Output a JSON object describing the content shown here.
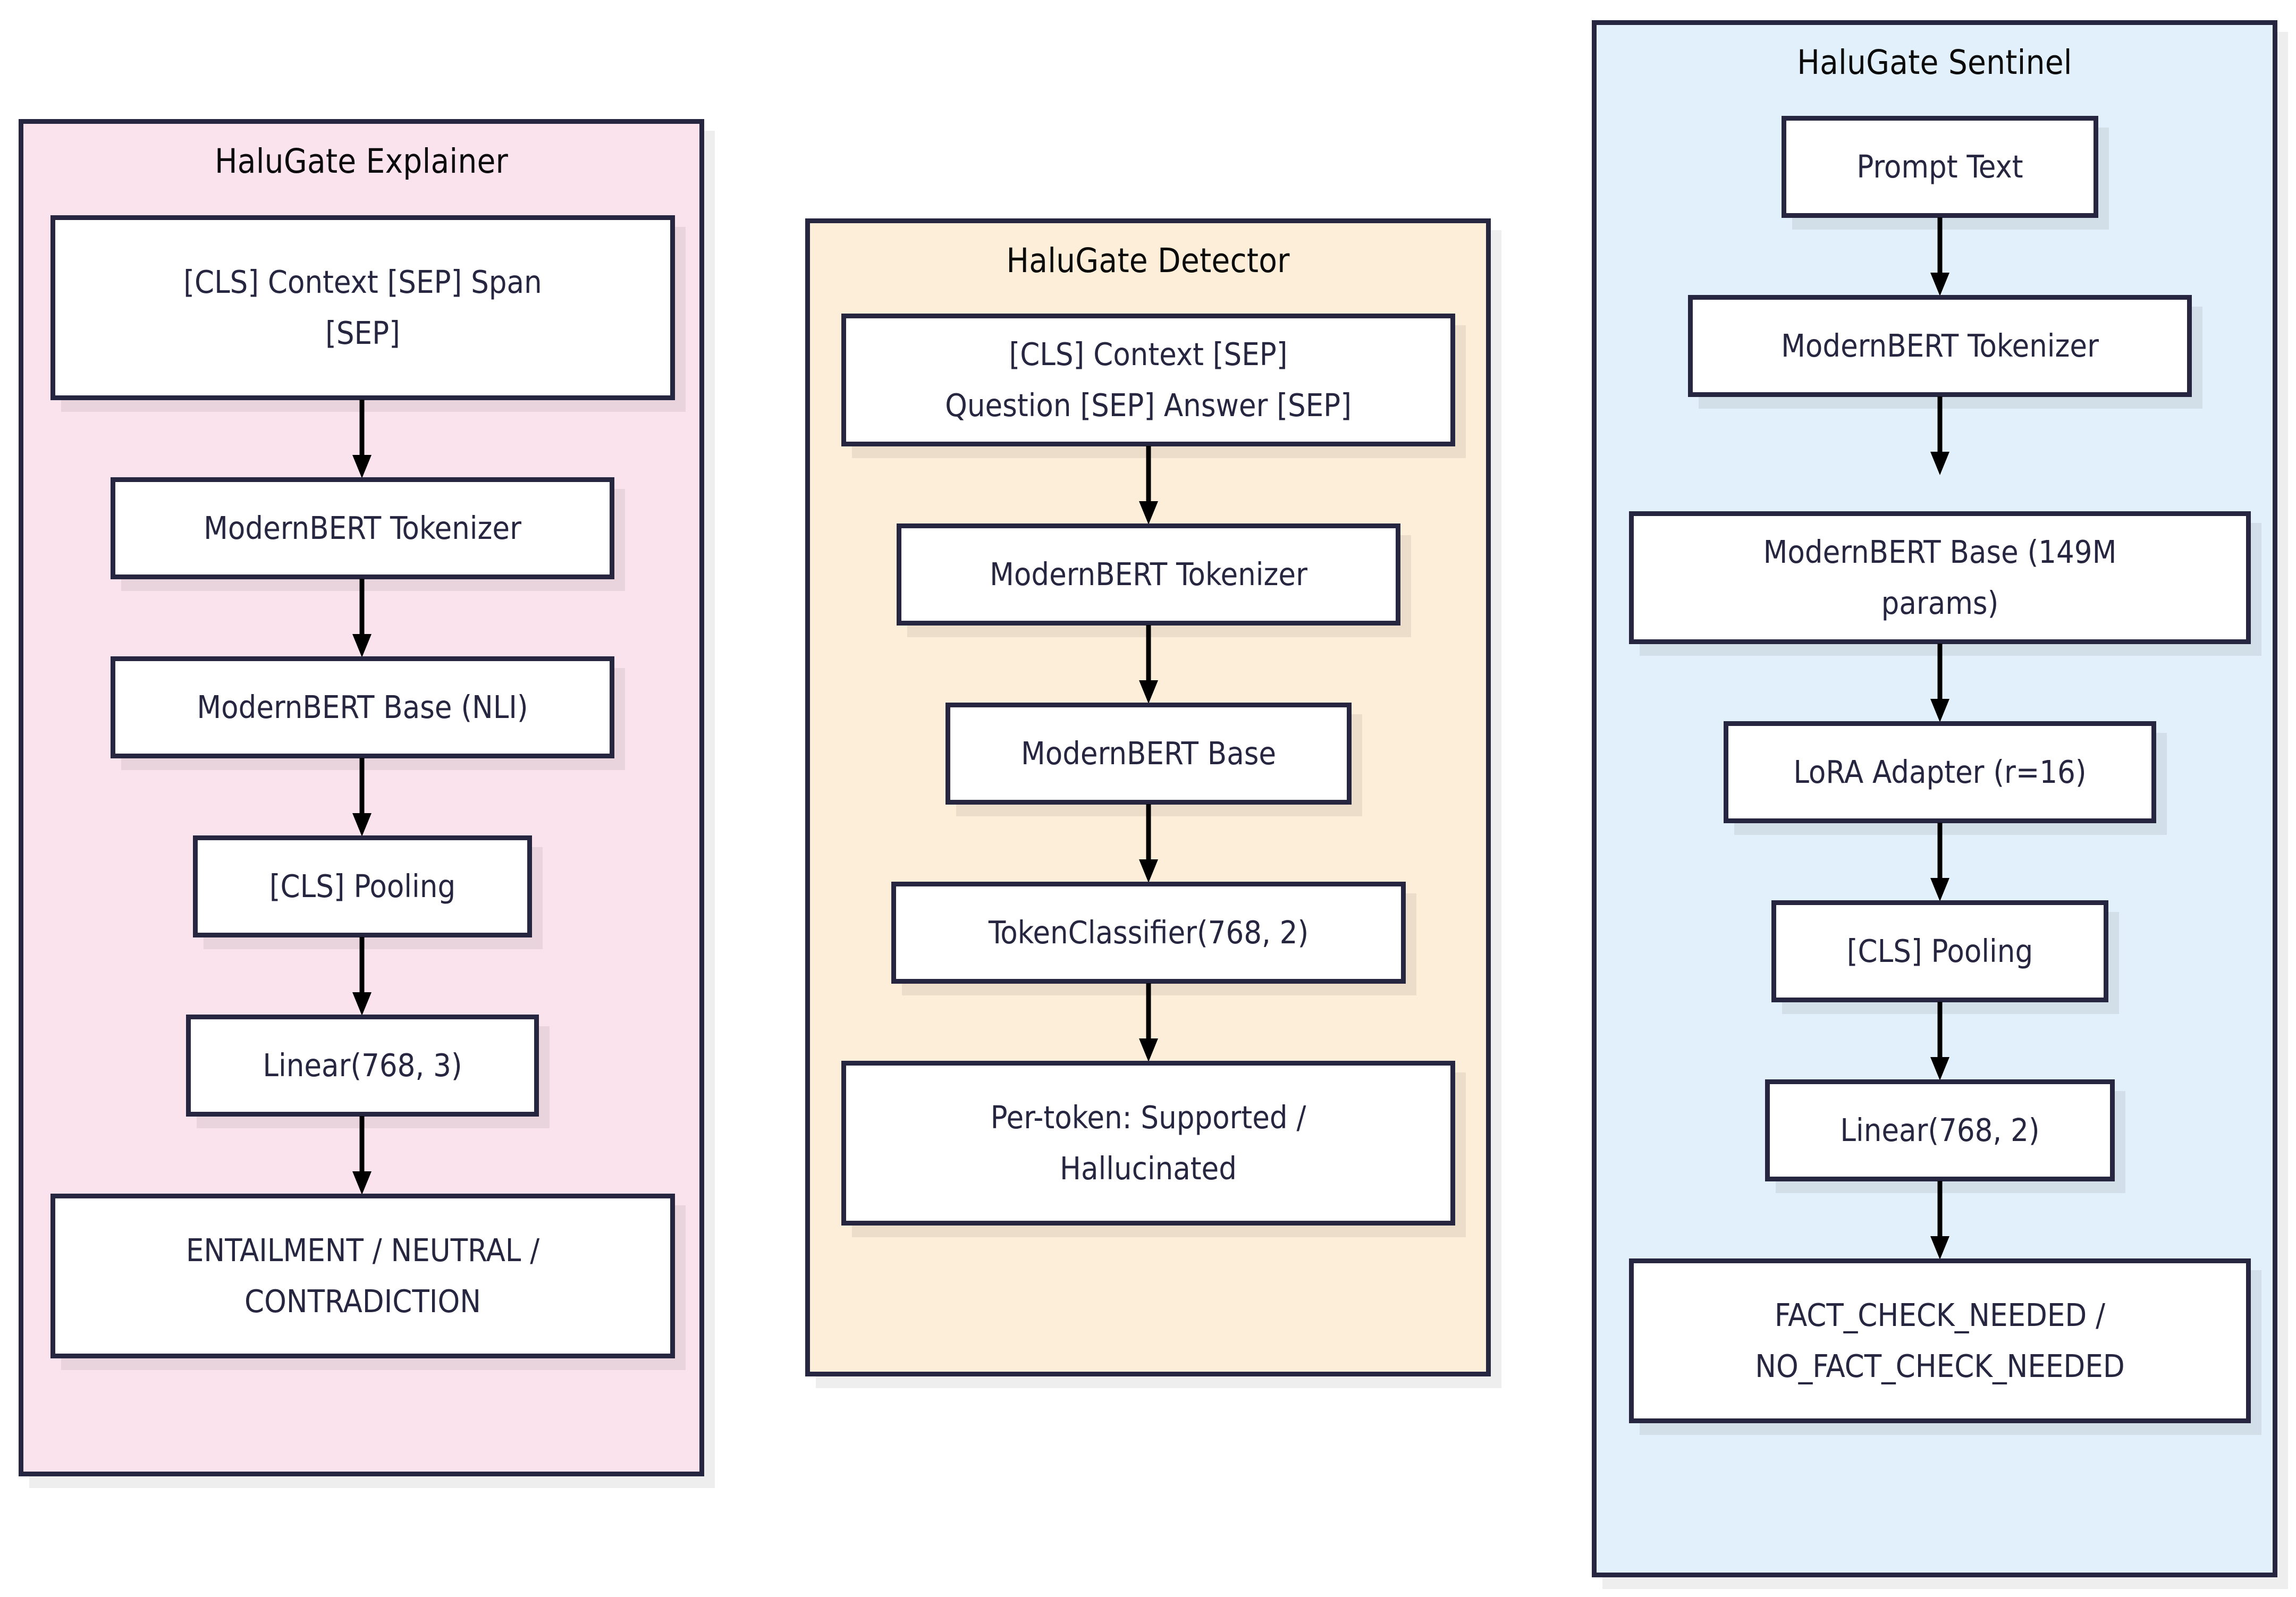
{
  "diagram": {
    "type": "flowchart",
    "direction": "top-to-bottom",
    "background": "#ffffff",
    "node_fill": "#ffffff",
    "node_border_color": "#272640",
    "text_color": "#272640",
    "arrow_color": "#000000"
  },
  "clusters": [
    {
      "id": "explainer",
      "title": "HaluGate Explainer",
      "fill": "#fbe3ed",
      "border": "#272640",
      "nodes": [
        {
          "id": "exp-input",
          "label": "[CLS] Context [SEP] Span\n[SEP]"
        },
        {
          "id": "exp-tokenizer",
          "label": "ModernBERT Tokenizer"
        },
        {
          "id": "exp-base",
          "label": "ModernBERT Base (NLI)"
        },
        {
          "id": "exp-pooling",
          "label": "[CLS] Pooling"
        },
        {
          "id": "exp-linear",
          "label": "Linear(768, 3)"
        },
        {
          "id": "exp-output",
          "label": "ENTAILMENT / NEUTRAL /\nCONTRADICTION"
        }
      ],
      "edges": [
        [
          "exp-input",
          "exp-tokenizer"
        ],
        [
          "exp-tokenizer",
          "exp-base"
        ],
        [
          "exp-base",
          "exp-pooling"
        ],
        [
          "exp-pooling",
          "exp-linear"
        ],
        [
          "exp-linear",
          "exp-output"
        ]
      ]
    },
    {
      "id": "detector",
      "title": "HaluGate Detector",
      "fill": "#fdeed9",
      "border": "#272640",
      "nodes": [
        {
          "id": "det-input",
          "label": "[CLS] Context [SEP]\nQuestion [SEP] Answer [SEP]"
        },
        {
          "id": "det-tokenizer",
          "label": "ModernBERT Tokenizer"
        },
        {
          "id": "det-base",
          "label": "ModernBERT Base"
        },
        {
          "id": "det-classifier",
          "label": "TokenClassifier(768, 2)"
        },
        {
          "id": "det-output",
          "label": "Per-token: Supported /\nHallucinated"
        }
      ],
      "edges": [
        [
          "det-input",
          "det-tokenizer"
        ],
        [
          "det-tokenizer",
          "det-base"
        ],
        [
          "det-base",
          "det-classifier"
        ],
        [
          "det-classifier",
          "det-output"
        ]
      ]
    },
    {
      "id": "sentinel",
      "title": "HaluGate Sentinel",
      "fill": "#e2f0fb",
      "border": "#272640",
      "nodes": [
        {
          "id": "sen-prompt",
          "label": "Prompt Text"
        },
        {
          "id": "sen-tokenizer",
          "label": "ModernBERT Tokenizer"
        },
        {
          "id": "sen-base",
          "label": "ModernBERT Base (149M\nparams)"
        },
        {
          "id": "sen-lora",
          "label": "LoRA Adapter (r=16)"
        },
        {
          "id": "sen-pooling",
          "label": "[CLS] Pooling"
        },
        {
          "id": "sen-linear",
          "label": "Linear(768, 2)"
        },
        {
          "id": "sen-output",
          "label": "FACT_CHECK_NEEDED /\nNO_FACT_CHECK_NEEDED"
        }
      ],
      "edges": [
        [
          "sen-prompt",
          "sen-tokenizer"
        ],
        [
          "sen-tokenizer",
          "sen-base"
        ],
        [
          "sen-base",
          "sen-lora"
        ],
        [
          "sen-lora",
          "sen-pooling"
        ],
        [
          "sen-pooling",
          "sen-linear"
        ],
        [
          "sen-linear",
          "sen-output"
        ]
      ]
    }
  ]
}
